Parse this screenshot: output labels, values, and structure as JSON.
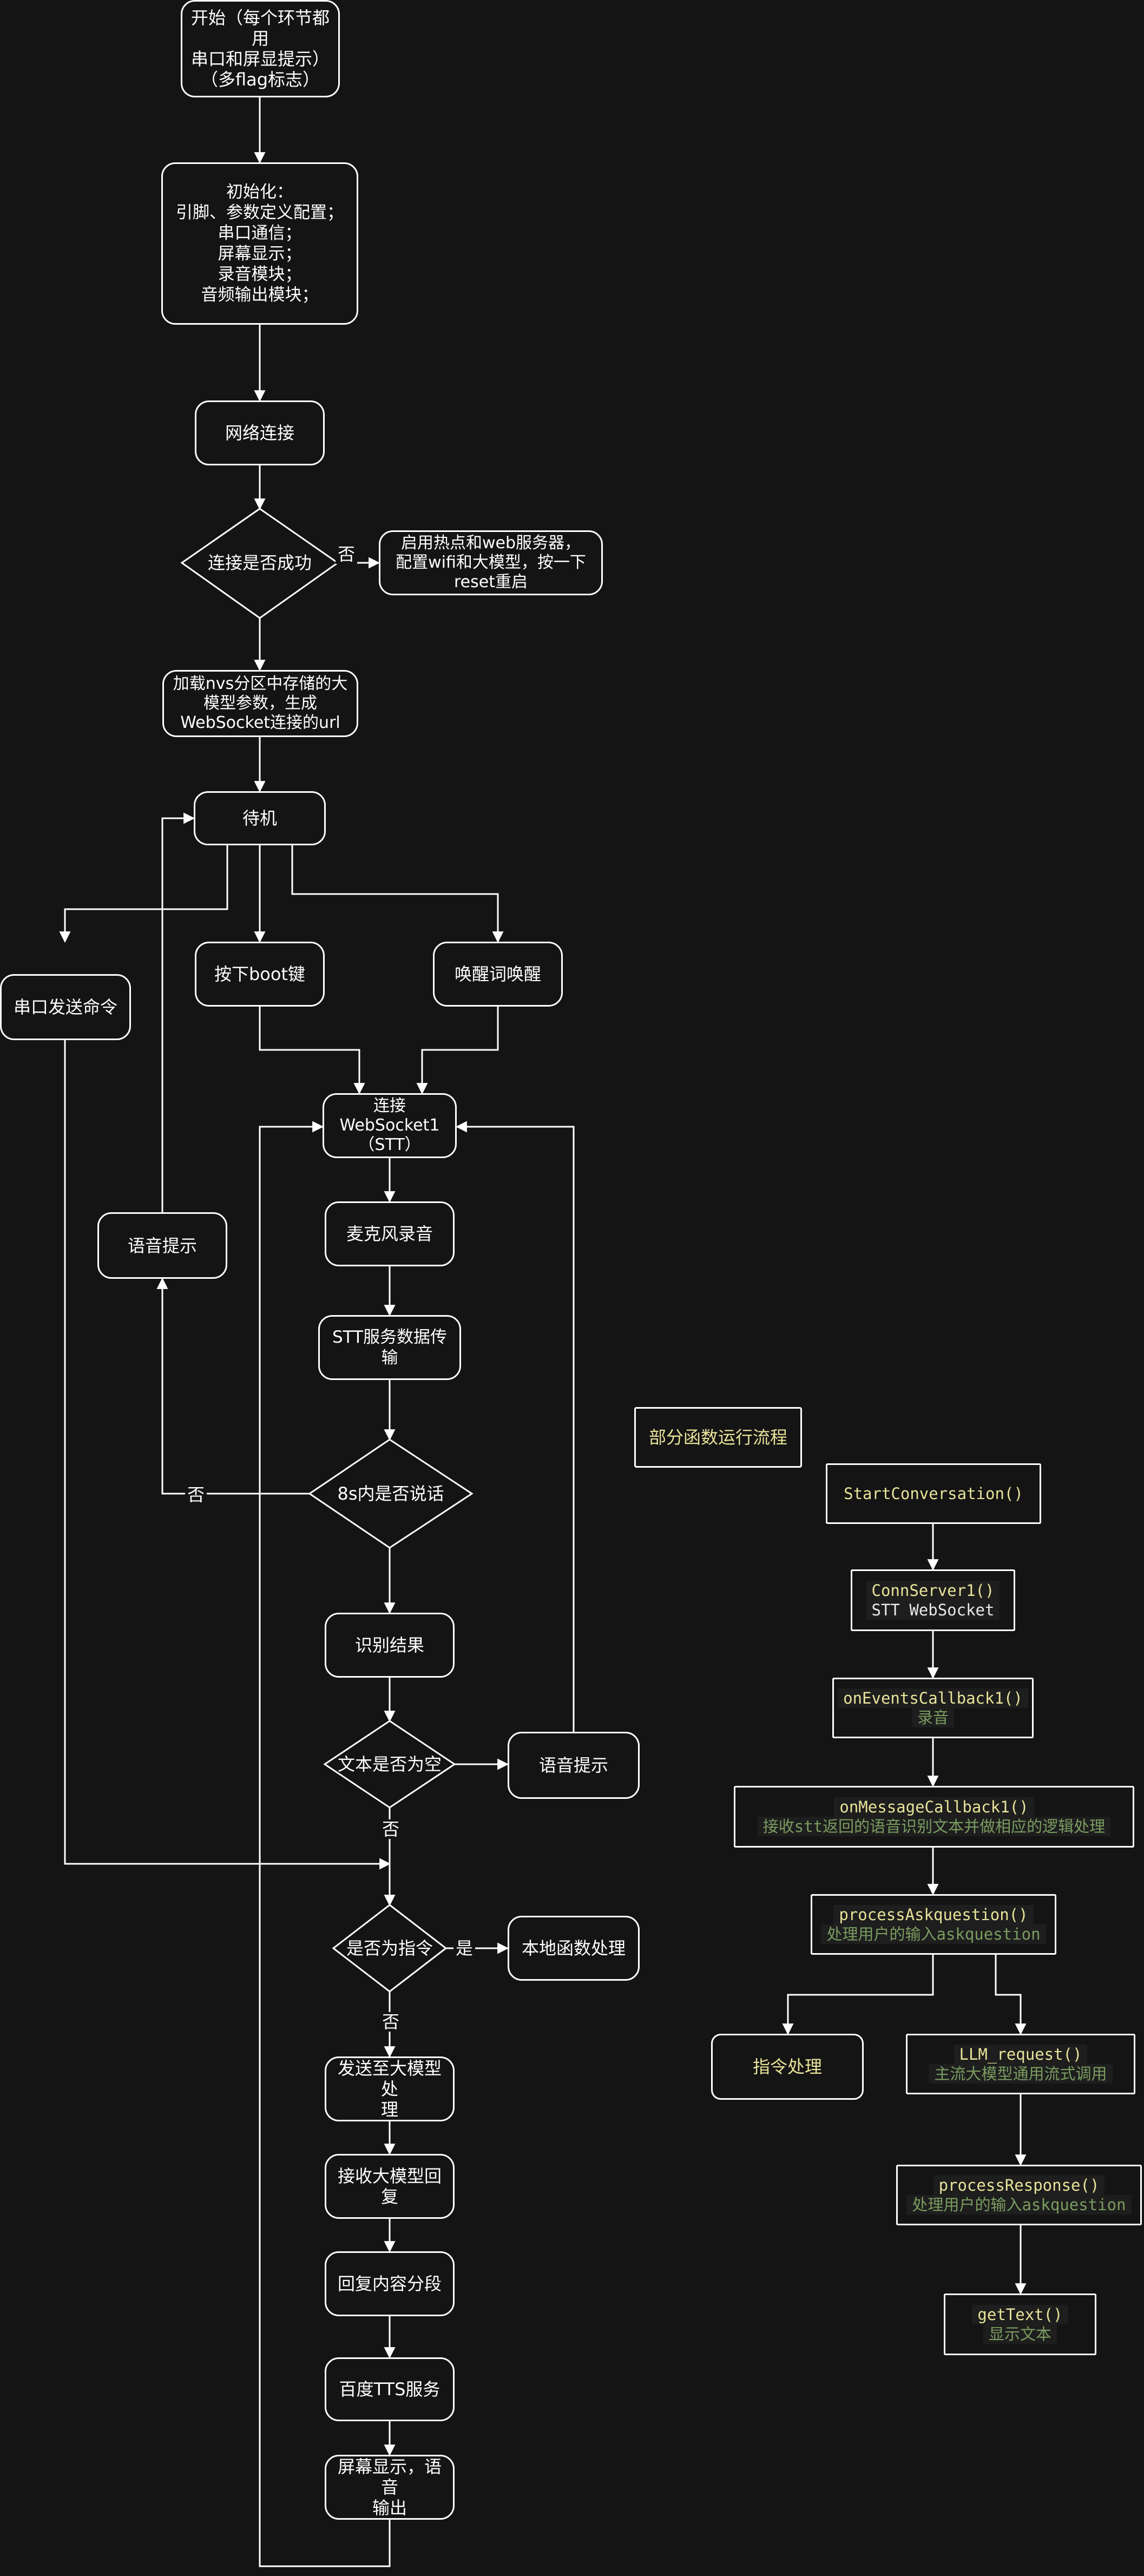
{
  "main_flow": {
    "start": "开始（每个环节都用\n串口和屏显提示）\n（多flag标志）",
    "init": "初始化：\n引脚、参数定义配置；\n串口通信；\n屏幕显示；\n录音模块；\n音频输出模块；",
    "network": "网络连接",
    "network_check": "连接是否成功",
    "hotspot": "启用热点和web服务器，\n配置wifi和大模型，按一下\nreset重启",
    "load_nvs": "加载nvs分区中存储的大\n模型参数，生成\nWebSocket连接的url",
    "standby": "待机",
    "serial_cmd": "串口发送命令",
    "boot_key": "按下boot键",
    "wake_word": "唤醒词唤醒",
    "connect_ws": "连接\nWebSocket1\n（STT）",
    "mic_record": "麦克风录音",
    "stt_transfer": "STT服务数据传输",
    "speech_check": "8s内是否说话",
    "voice_hint_left": "语音提示",
    "recognize_result": "识别结果",
    "text_empty_check": "文本是否为空",
    "voice_hint_right": "语音提示",
    "is_command_check": "是否为指令",
    "local_func": "本地函数处理",
    "send_llm": "发送至大模型处\n理",
    "recv_llm": "接收大模型回复",
    "segment": "回复内容分段",
    "baidu_tts": "百度TTS服务",
    "output": "屏幕显示，语音\n输出"
  },
  "edge_labels": {
    "no_network": "否",
    "no_speech": "否",
    "not_empty": "否",
    "is_command": "是",
    "not_command": "否"
  },
  "func_flow": {
    "title": "部分函数运行流程",
    "start_conversation": "StartConversation()",
    "conn_server_fn": "ConnServer1()",
    "conn_server_desc": "STT WebSocket",
    "on_events_fn": "onEventsCallback1()",
    "on_events_desc": "录音",
    "on_message_fn": "onMessageCallback1()",
    "on_message_desc": "接收stt返回的语音识别文本并做相应的逻辑处理",
    "process_ask_fn": "processAskquestion()",
    "process_ask_desc": "处理用户的输入askquestion",
    "command_handle": "指令处理",
    "llm_request_fn": "LLM_request()",
    "llm_request_desc": "主流大模型通用流式调用",
    "process_resp_fn": "processResponse()",
    "process_resp_desc": "处理用户的输入askquestion",
    "get_text_fn": "getText()",
    "get_text_desc": "显示文本"
  },
  "colors": {
    "background": "#141414",
    "stroke": "#ffffff",
    "code_function": "#e8e39a",
    "code_comment": "#7a9c60"
  }
}
